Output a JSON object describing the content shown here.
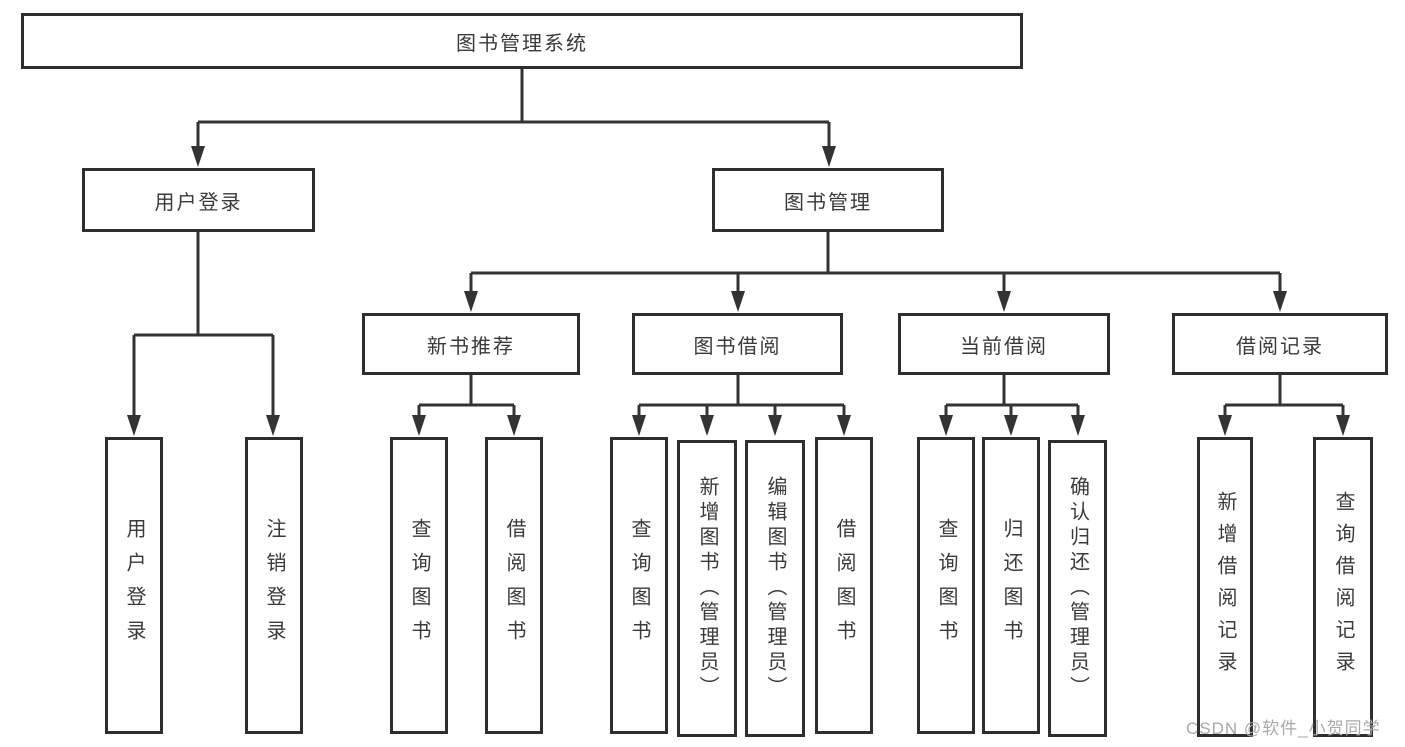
{
  "tree": {
    "root": {
      "label": "图书管理系统"
    },
    "login": {
      "label": "用户登录",
      "children": [
        {
          "label": "用户登录"
        },
        {
          "label": "注销登录"
        }
      ]
    },
    "management": {
      "label": "图书管理",
      "sections": [
        {
          "label": "新书推荐",
          "children": [
            {
              "label": "查询图书"
            },
            {
              "label": "借阅图书"
            }
          ]
        },
        {
          "label": "图书借阅",
          "children": [
            {
              "label": "查询图书"
            },
            {
              "label": "新增图书（管理员）"
            },
            {
              "label": "编辑图书（管理员）"
            },
            {
              "label": "借阅图书"
            }
          ]
        },
        {
          "label": "当前借阅",
          "children": [
            {
              "label": "查询图书"
            },
            {
              "label": "归还图书"
            },
            {
              "label": "确认归还（管理员）"
            }
          ]
        },
        {
          "label": "借阅记录",
          "children": [
            {
              "label": "新增借阅记录"
            },
            {
              "label": "查询借阅记录"
            }
          ]
        }
      ]
    }
  },
  "colors": {
    "line": "#333333",
    "text": "#3a3a3a",
    "watermark": "#a9a9a9"
  },
  "watermark": {
    "text": "CSDN @软件_小贺同学"
  }
}
